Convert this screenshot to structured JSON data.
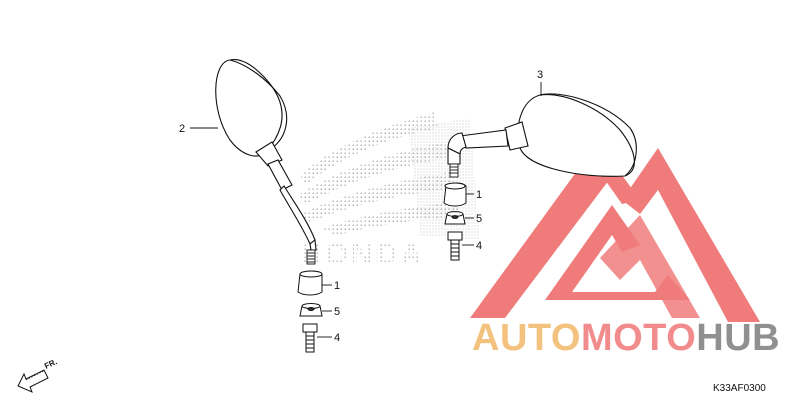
{
  "diagram": {
    "watermark_text": "HONDA",
    "callouts": {
      "left_mirror": "2",
      "right_mirror": "3",
      "left_boot": "1",
      "left_nut": "5",
      "left_bolt": "4",
      "right_boot": "1",
      "right_nut": "5",
      "right_bolt": "4"
    },
    "direction_label": "FR.",
    "diagram_code": "K33AF0300"
  },
  "brand": {
    "part1": "AUTO",
    "part2": "MOTO",
    "part3": "HUB",
    "colors": {
      "auto": "#f2c27e",
      "moto": "#f28b8b",
      "hub": "#909090",
      "triangle": "#f07b7b"
    }
  }
}
